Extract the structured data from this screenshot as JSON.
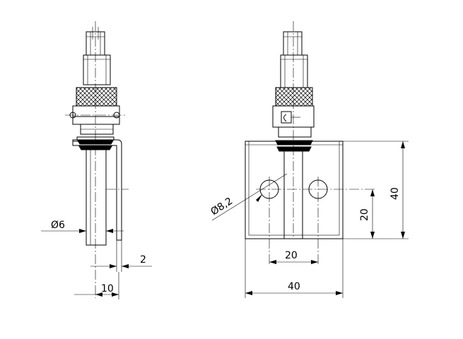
{
  "drawing": {
    "side_view": {
      "dim_diameter": "Ø6",
      "dim_tab_thickness": "2",
      "dim_offset": "10"
    },
    "front_view": {
      "dim_hole_diameter": "Ø8,2",
      "dim_hole_spacing": "20",
      "dim_plate_width": "40",
      "dim_hole_height": "20",
      "dim_plate_height": "40"
    }
  }
}
